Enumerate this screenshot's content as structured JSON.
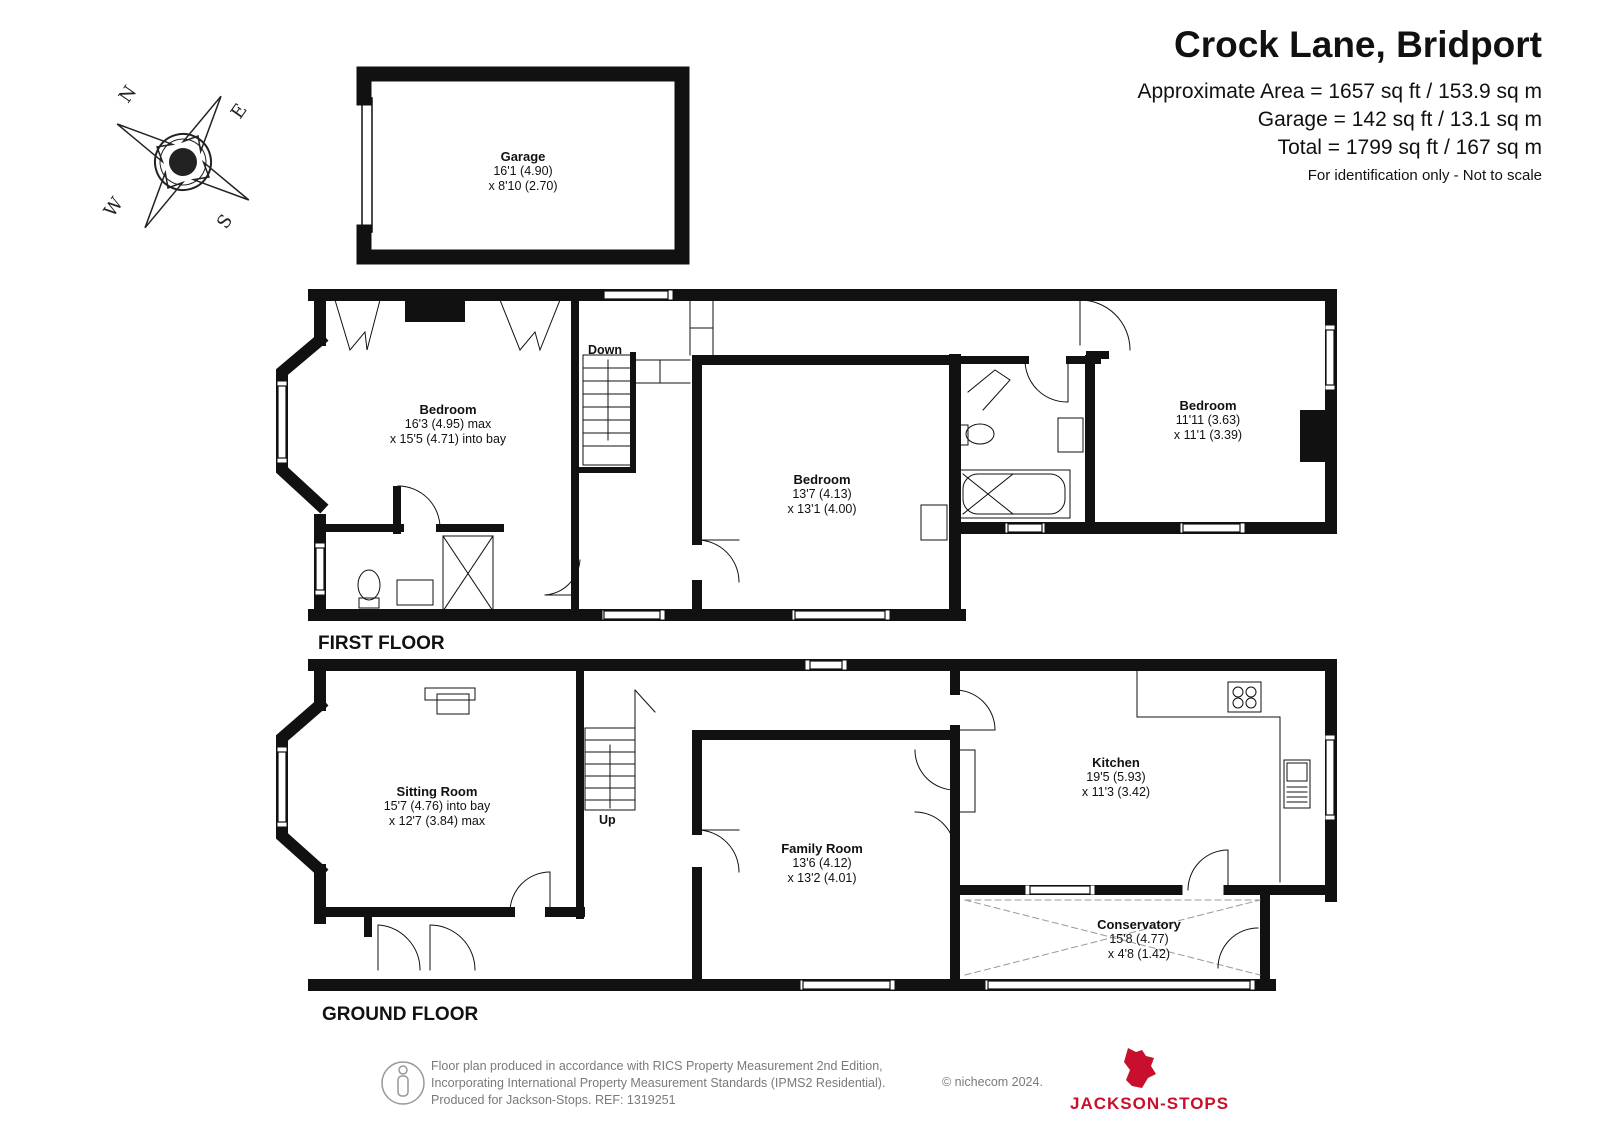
{
  "header": {
    "title": "Crock Lane, Bridport",
    "approx_area": "Approximate Area = 1657 sq ft / 153.9 sq m",
    "garage_area": "Garage = 142 sq ft / 13.1 sq m",
    "total_area": "Total = 1799 sq ft / 167 sq m",
    "note": "For identification only - Not to scale"
  },
  "compass": {
    "n": "N",
    "e": "E",
    "s": "S",
    "w": "W"
  },
  "floors": {
    "first": "FIRST FLOOR",
    "ground": "GROUND FLOOR"
  },
  "rooms": {
    "garage": {
      "name": "Garage",
      "dim1": "16'1 (4.90)",
      "dim2": "x 8'10 (2.70)"
    },
    "bedroom1": {
      "name": "Bedroom",
      "dim1": "16'3 (4.95) max",
      "dim2": "x 15'5 (4.71) into bay"
    },
    "bedroom2": {
      "name": "Bedroom",
      "dim1": "13'7 (4.13)",
      "dim2": "x 13'1 (4.00)"
    },
    "bedroom3": {
      "name": "Bedroom",
      "dim1": "11'11 (3.63)",
      "dim2": "x 11'1 (3.39)"
    },
    "sitting": {
      "name": "Sitting Room",
      "dim1": "15'7 (4.76) into bay",
      "dim2": "x 12'7 (3.84) max"
    },
    "family": {
      "name": "Family Room",
      "dim1": "13'6 (4.12)",
      "dim2": "x 13'2 (4.01)"
    },
    "kitchen": {
      "name": "Kitchen",
      "dim1": "19'5 (5.93)",
      "dim2": "x 11'3 (3.42)"
    },
    "conservatory": {
      "name": "Conservatory",
      "dim1": "15'8 (4.77)",
      "dim2": "x 4'8 (1.42)"
    }
  },
  "stairs": {
    "down": "Down",
    "up": "Up"
  },
  "footer": {
    "line1": "Floor plan produced in accordance with RICS Property Measurement 2nd Edition,",
    "line2": "Incorporating International Property Measurement Standards (IPMS2 Residential).",
    "line3": "Produced for Jackson-Stops.   REF:  1319251",
    "copyright": "© nichecom 2024.",
    "brand": "JACKSON-STOPS"
  },
  "colors": {
    "wall": "#111111",
    "brand": "#c8102e",
    "footer_text": "#7a7a7a"
  }
}
